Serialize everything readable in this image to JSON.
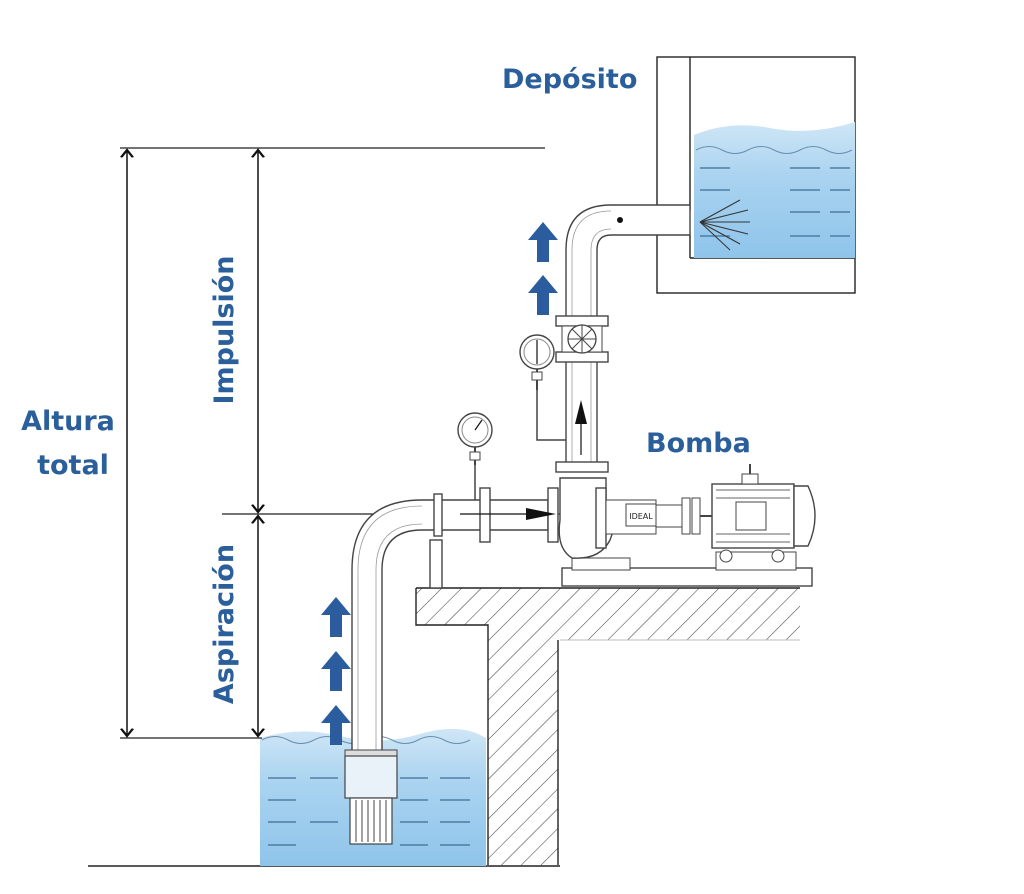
{
  "labels": {
    "deposito": "Depósito",
    "bomba": "Bomba",
    "impulsion": "Impulsión",
    "aspiracion": "Aspiración",
    "altura_total_line1": "Altura",
    "altura_total_line2": "total",
    "motor_plate": "IDEAL"
  },
  "colors": {
    "label_blue": "#2b5f9c",
    "arrow_blue": "#2a5c9e",
    "water_light": "#cfe6f6",
    "water_mid": "#a9d3f0",
    "water_deep": "#8fc4ea"
  },
  "icons": {
    "flow_arrow": "arrow-up-icon",
    "gauge": "pressure-gauge-icon",
    "valve": "gate-valve-icon"
  }
}
